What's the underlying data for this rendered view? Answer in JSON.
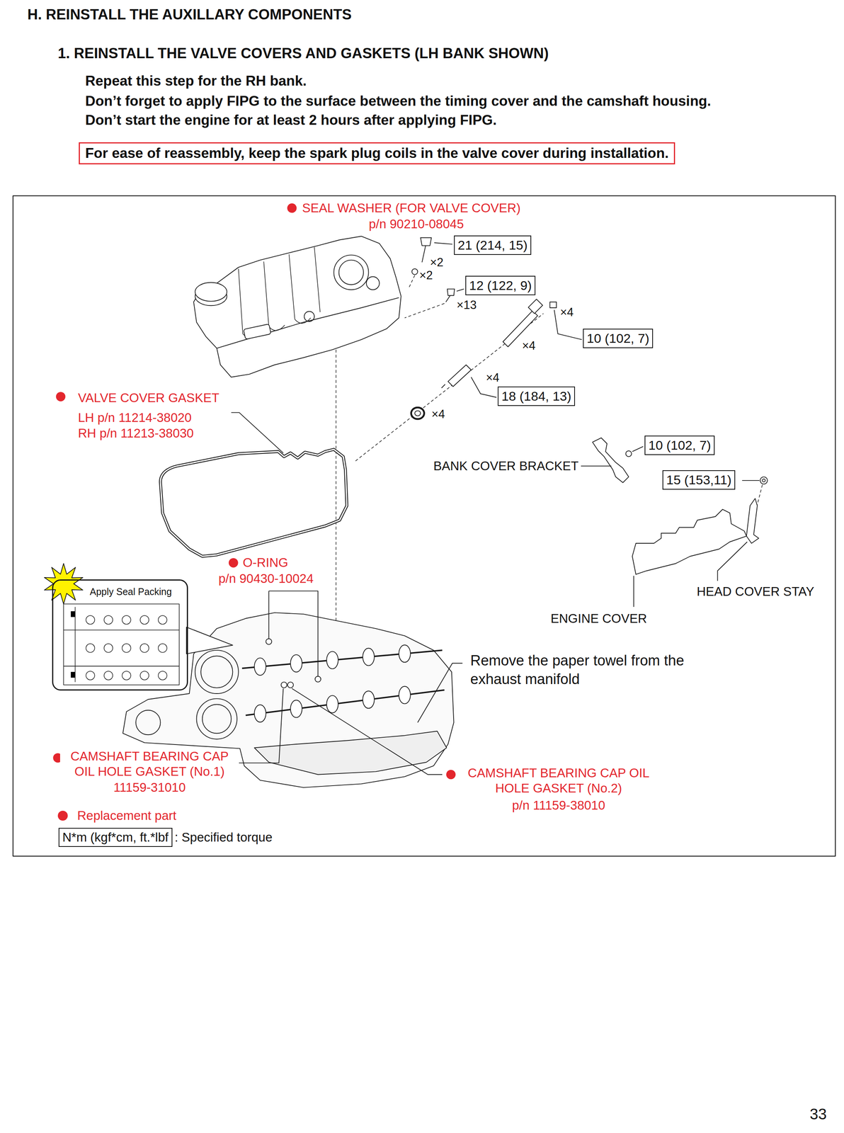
{
  "diagram": {
    "title": "H. REINSTALL THE AUXILLARY COMPONENTS",
    "nodes": [
      {
        "text": [
          "For ease of reassembly, keep the spark plug coils in the valve cover during installation."
        ]
      },
      {
        "text": [
          "21 (214, 15)"
        ]
      },
      {
        "text": [
          "12 (122, 9)"
        ]
      },
      {
        "text": [
          "10 (102, 7)"
        ]
      },
      {
        "text": [
          "18 (184, 13)"
        ]
      },
      {
        "text": [
          "10 (102, 7)"
        ]
      },
      {
        "text": [
          "15 (153,11)"
        ]
      },
      {
        "text": [
          "Apply Seal Packing"
        ]
      },
      {
        "text": [
          "N*m (kgf*cm, ft.*lbf"
        ]
      }
    ],
    "labels": [
      "1. REINSTALL THE VALVE COVERS AND GASKETS (LH BANK SHOWN)",
      "Repeat this step for the RH bank.",
      "Don’t forget to apply FIPG to the surface between the timing cover and the camshaft housing.",
      "Don’t start the engine for at least 2 hours after applying FIPG.",
      "SEAL WASHER (FOR VALVE COVER)",
      "p/n 90210-08045",
      "×2",
      "×2",
      "×13",
      "×4",
      "×4",
      "×4",
      "×4",
      "VALVE COVER GASKET",
      "LH p/n 11214-38020",
      "RH p/n 11213-38030",
      "BANK COVER BRACKET",
      "HEAD COVER STAY",
      "ENGINE COVER",
      "O-RING",
      "p/n 90430-10024",
      "Remove the paper towel from the exhaust manifold",
      "CAMSHAFT BEARING CAP OIL HOLE GASKET (No.1)",
      "11159-31010",
      "CAMSHAFT BEARING CAP OIL HOLE GASKET (No.2)",
      "p/n 11159-38010",
      "33"
    ],
    "legend": [
      {
        "text": "Replacement part",
        "color": "#e3262d"
      },
      {
        "text": ": Specified torque"
      }
    ]
  }
}
